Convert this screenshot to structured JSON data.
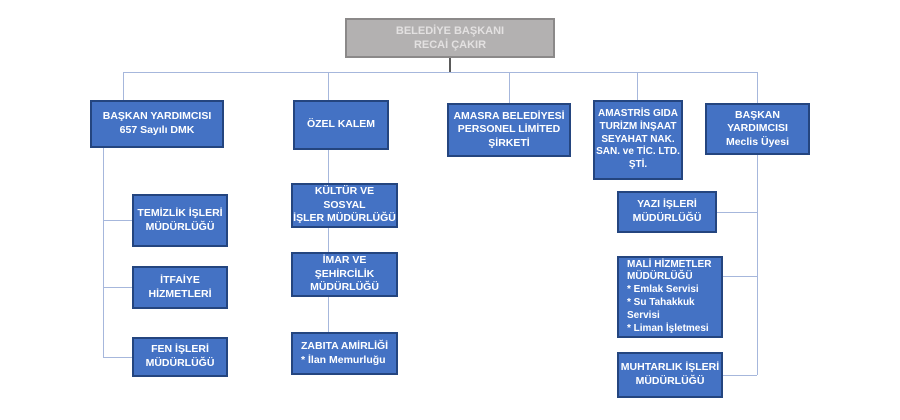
{
  "colors": {
    "box_fill": "#4472c4",
    "box_border": "#24457f",
    "box_text": "#ffffff",
    "root_fill": "#b3b1b1",
    "root_border": "#8b8989",
    "root_text": "#e3e1e1",
    "connector": "#a6b7dc",
    "root_connector": "#5a5a5a"
  },
  "boxes": {
    "mayor": {
      "lines": [
        "BELEDİYE BAŞKANI",
        "RECAİ ÇAKIR"
      ]
    },
    "deputy_dmk": {
      "lines": [
        "BAŞKAN YARDIMCISI",
        "657 Sayılı DMK"
      ]
    },
    "ozel_kalem": {
      "lines": [
        "ÖZEL KALEM"
      ]
    },
    "personel_ltd": {
      "lines": [
        "AMASRA BELEDİYESİ",
        "PERSONEL LİMİTED",
        "ŞİRKETİ"
      ]
    },
    "amastris": {
      "lines": [
        "AMASTRİS GIDA",
        "TURİZM İNŞAAT",
        "SEYAHAT NAK.",
        "SAN. ve TİC. LTD.",
        "ŞTİ."
      ]
    },
    "deputy_meclis": {
      "lines": [
        "BAŞKAN YARDIMCISI",
        "Meclis Üyesi"
      ]
    },
    "temizlik": {
      "lines": [
        "TEMİZLİK İŞLERİ",
        "MÜDÜRLÜĞÜ"
      ]
    },
    "itfaiye": {
      "lines": [
        "İTFAİYE",
        "HİZMETLERİ"
      ]
    },
    "fen": {
      "lines": [
        "FEN İŞLERİ",
        "MÜDÜRLÜĞÜ"
      ]
    },
    "kultur": {
      "lines": [
        "KÜLTÜR VE SOSYAL",
        "İŞLER MÜDÜRLÜĞÜ"
      ]
    },
    "imar": {
      "lines": [
        "İMAR VE ŞEHİRCİLİK",
        "MÜDÜRLÜĞÜ"
      ]
    },
    "zabita": {
      "lines": [
        "ZABITA AMİRLİĞİ",
        "* İlan Memurluğu"
      ]
    },
    "yazi": {
      "lines": [
        "YAZI İŞLERİ",
        "MÜDÜRLÜĞÜ"
      ]
    },
    "mali": {
      "lines": [
        "MALİ HİZMETLER",
        "MÜDÜRLÜĞÜ",
        "* Emlak Servisi",
        "* Su Tahakkuk Servisi",
        "* Liman İşletmesi"
      ]
    },
    "muhtarlik": {
      "lines": [
        "MUHTARLIK İŞLERİ",
        "MÜDÜRLÜĞÜ"
      ]
    }
  }
}
